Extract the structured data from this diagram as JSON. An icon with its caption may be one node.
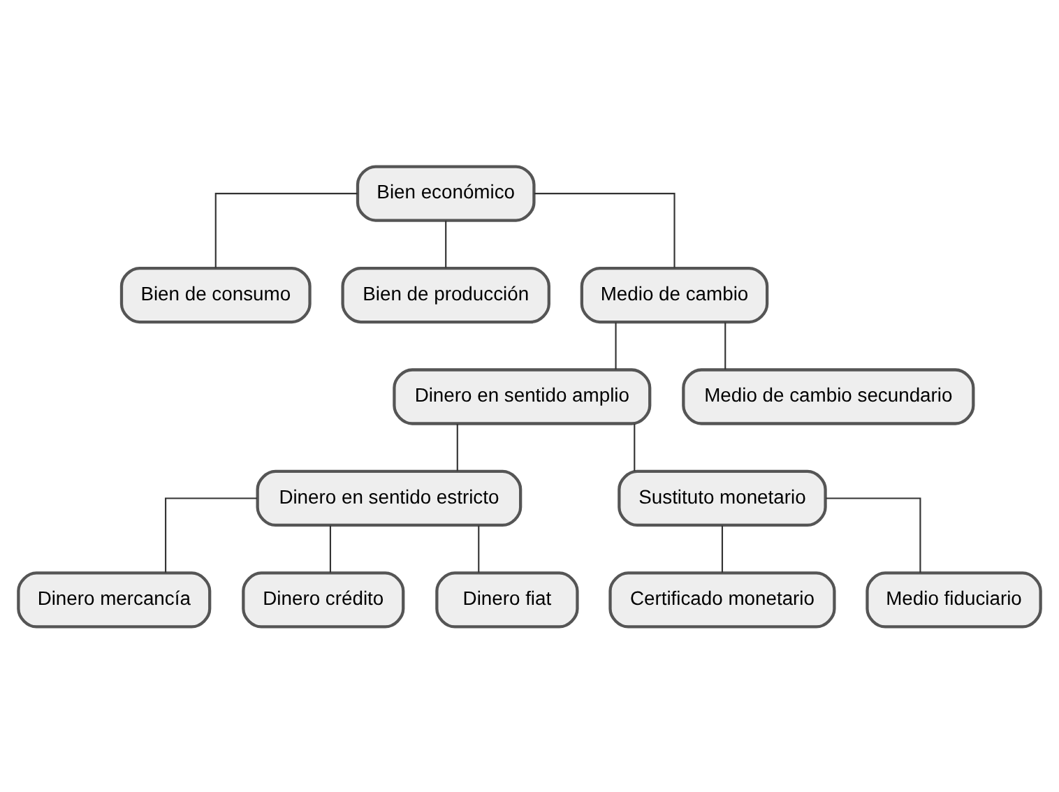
{
  "diagram": {
    "nodes": [
      {
        "text": [
          "Bien económico"
        ]
      },
      {
        "text": [
          "Bien de consumo"
        ]
      },
      {
        "text": [
          "Bien de producción"
        ]
      },
      {
        "text": [
          "Medio de cambio"
        ]
      },
      {
        "text": [
          "Dinero en sentido amplio"
        ]
      },
      {
        "text": [
          "Medio de cambio secundario"
        ]
      },
      {
        "text": [
          "Dinero en sentido estricto"
        ]
      },
      {
        "text": [
          "Sustituto monetario"
        ]
      },
      {
        "text": [
          "Dinero mercancía"
        ]
      },
      {
        "text": [
          "Dinero crédito"
        ]
      },
      {
        "text": [
          "Dinero fiat"
        ]
      },
      {
        "text": [
          "Certificado monetario"
        ]
      },
      {
        "text": [
          "Medio fiduciario"
        ]
      }
    ],
    "edges": [
      {
        "from": 0,
        "to": 1,
        "arrow": "none"
      },
      {
        "from": 0,
        "to": 2,
        "arrow": "none"
      },
      {
        "from": 0,
        "to": 3,
        "arrow": "none"
      },
      {
        "from": 3,
        "to": 4,
        "arrow": "none"
      },
      {
        "from": 3,
        "to": 5,
        "arrow": "none"
      },
      {
        "from": 4,
        "to": 6,
        "arrow": "none"
      },
      {
        "from": 4,
        "to": 7,
        "arrow": "none"
      },
      {
        "from": 6,
        "to": 8,
        "arrow": "none"
      },
      {
        "from": 6,
        "to": 9,
        "arrow": "none"
      },
      {
        "from": 6,
        "to": 10,
        "arrow": "none"
      },
      {
        "from": 7,
        "to": 11,
        "arrow": "none"
      },
      {
        "from": 7,
        "to": 12,
        "arrow": "none"
      }
    ]
  }
}
